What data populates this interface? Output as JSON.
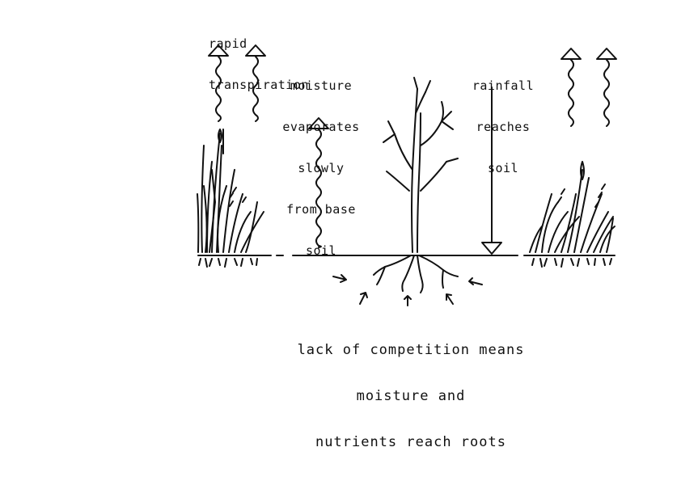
{
  "labels": {
    "rapid_transpiration": [
      "rapid",
      "transpiration"
    ],
    "moisture_evaporates": [
      "moisture",
      "evaporates",
      "slowly",
      "from base",
      "soil"
    ],
    "rainfall": [
      "rainfall",
      "reaches",
      "soil"
    ],
    "competition": [
      "lack of competition means",
      "moisture and",
      "nutrients reach roots"
    ]
  }
}
